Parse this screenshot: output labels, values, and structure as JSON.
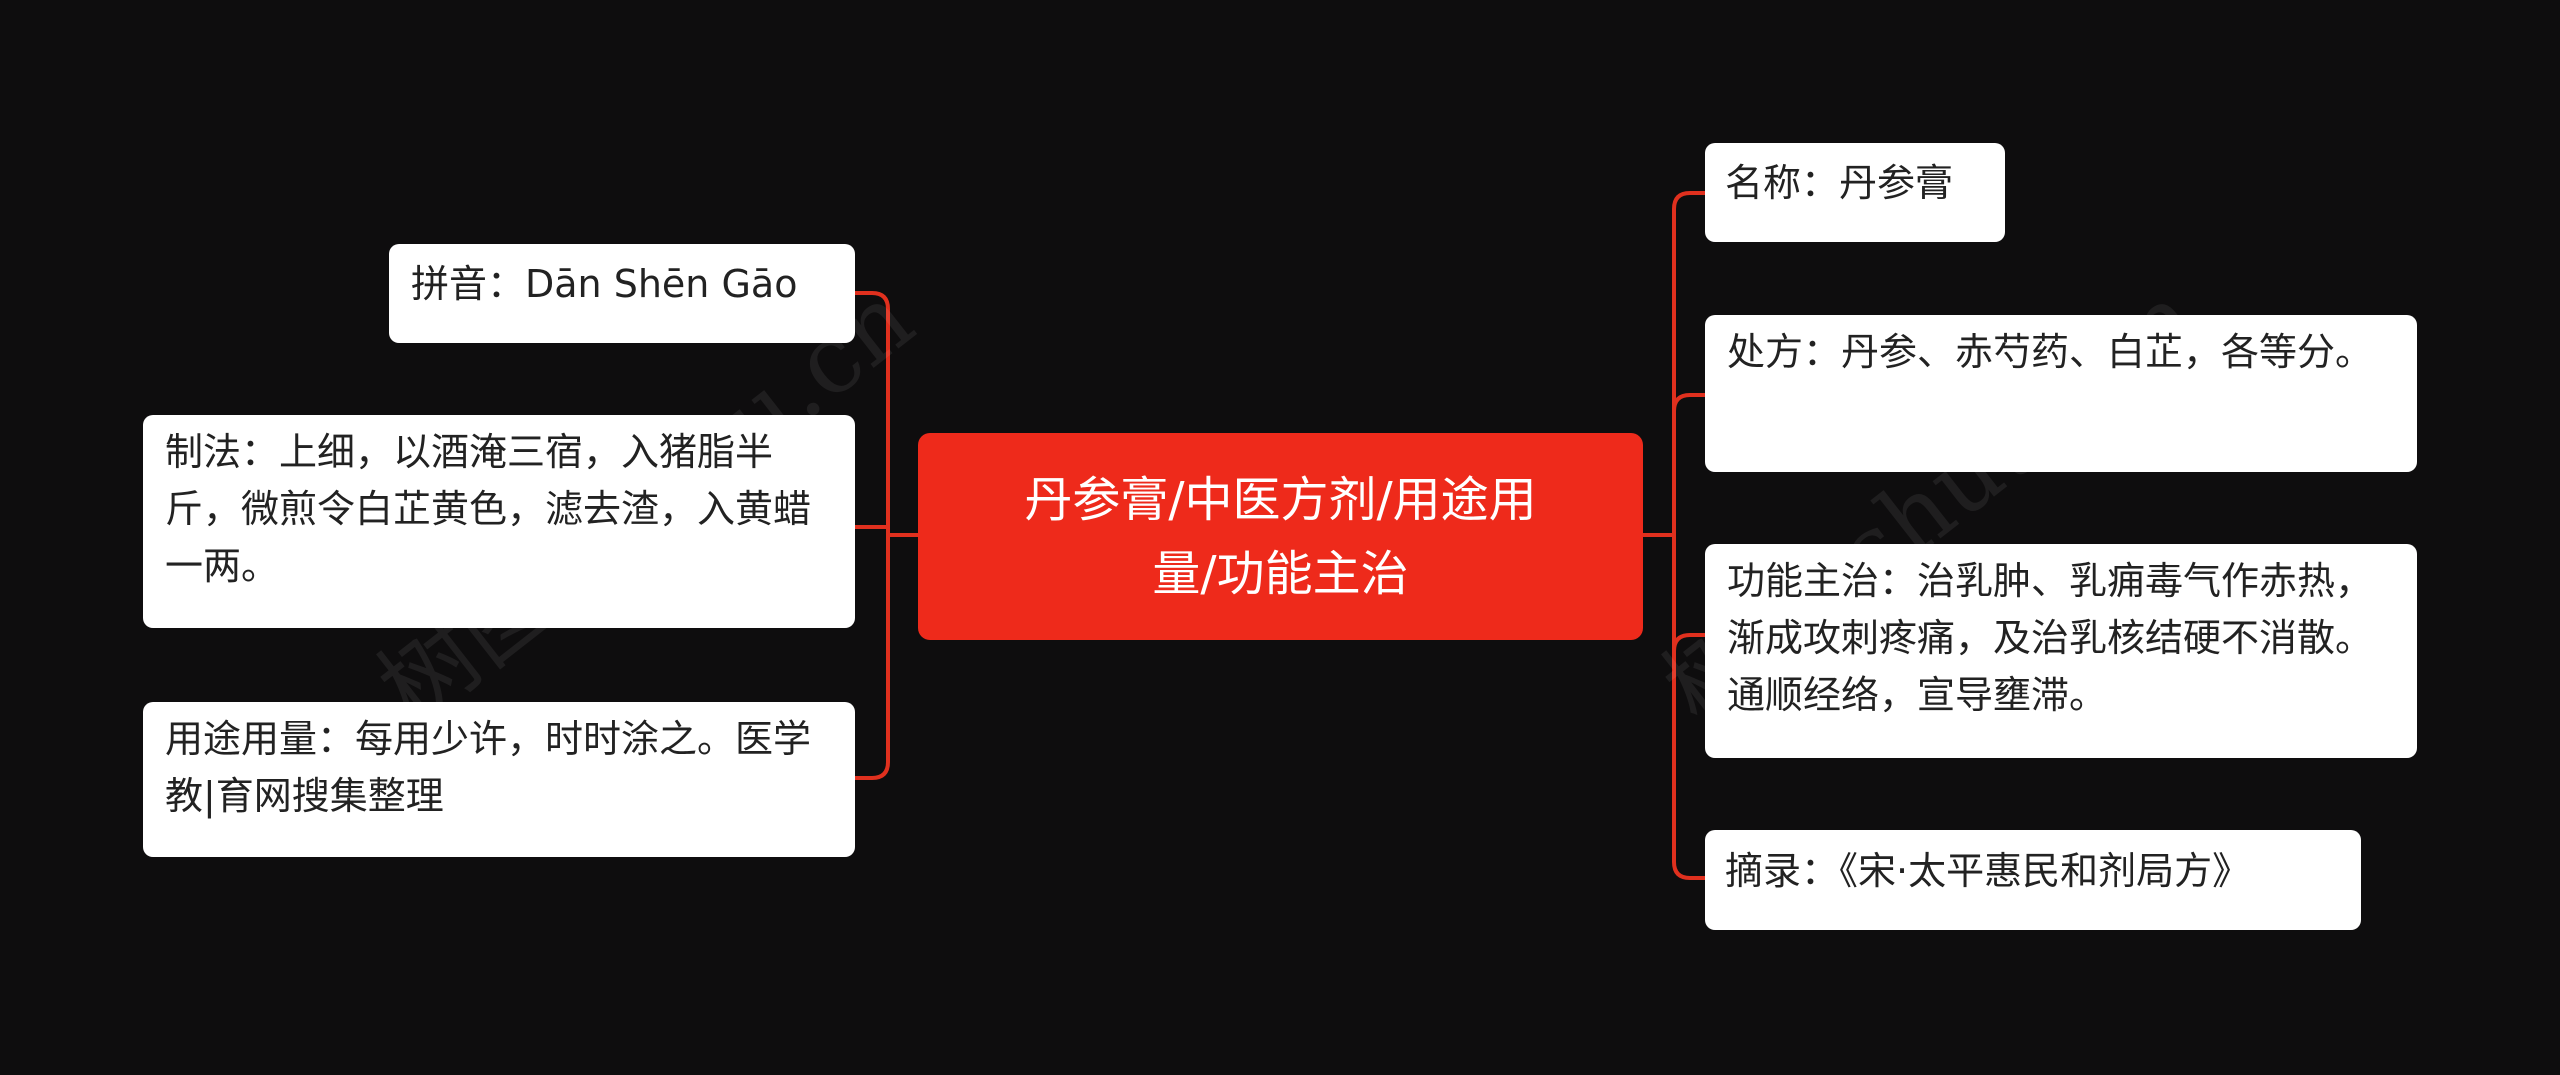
{
  "colors": {
    "background": "#0e0d0e",
    "root_fill": "#ee2a1b",
    "connector": "#e0301e",
    "node_fill": "#ffffff",
    "node_text": "#222222"
  },
  "root": {
    "line1": "丹参膏/中医方剂/用途用",
    "line2": "量/功能主治"
  },
  "left_nodes": [
    {
      "text": "拼音：Dān Shēn Gāo"
    },
    {
      "text": "制法：上细，以酒淹三宿，入猪脂半斤，微煎令白芷黄色，滤去渣，入黄蜡一两。"
    },
    {
      "text": "用途用量：每用少许，时时涂之。医学教|育网搜集整理"
    }
  ],
  "right_nodes": [
    {
      "text": "名称：丹参膏"
    },
    {
      "text": "处方：丹参、赤芍药、白芷，各等分。"
    },
    {
      "text": "功能主治：治乳肿、乳痈毒气作赤热，渐成攻刺疼痛，及治乳核结硬不消散。通顺经络，宣导壅滞。"
    },
    {
      "text": "摘录：《宋·太平惠民和剂局方》"
    }
  ],
  "watermarks": [
    "树图 shutu.cn",
    "树图 shutu.cn"
  ]
}
